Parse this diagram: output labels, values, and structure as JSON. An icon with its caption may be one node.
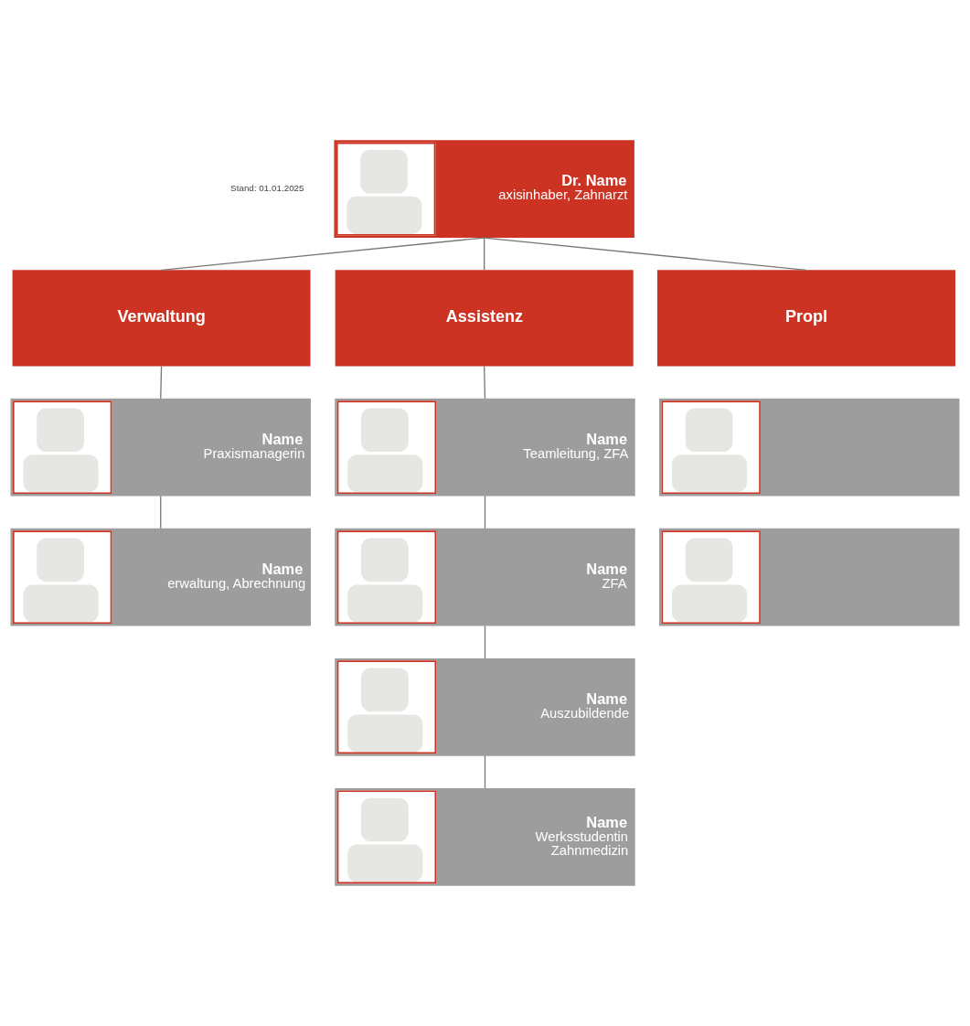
{
  "diagram": {
    "nodes": [
      {
        "text": [
          "Dr. Name",
          "axisinhaber, Zahnarzt"
        ]
      },
      {
        "text": [
          "Verwaltung"
        ]
      },
      {
        "text": [
          "Assistenz"
        ]
      },
      {
        "text": [
          "Propl"
        ]
      },
      {
        "text": [
          "Name",
          "Praxismanagerin"
        ]
      },
      {
        "text": [
          "Name",
          "erwaltung, Abrechnung"
        ]
      },
      {
        "text": [
          "Name",
          "Teamleitung, ZFA"
        ]
      },
      {
        "text": [
          "Name",
          "ZFA"
        ]
      },
      {
        "text": [
          "Name",
          "Auszubildende"
        ]
      },
      {
        "text": [
          "Name",
          "Werksstudentin Zahnmedizin"
        ]
      },
      {
        "text": [],
        "shape": "box"
      },
      {
        "text": [],
        "shape": "box"
      }
    ],
    "edges": [
      {
        "from": 0,
        "to": 1,
        "arrow": "none"
      },
      {
        "from": 0,
        "to": 2,
        "arrow": "none"
      },
      {
        "from": 0,
        "to": 3,
        "arrow": "none"
      },
      {
        "from": 1,
        "to": 4,
        "arrow": "none"
      },
      {
        "from": 4,
        "to": 5,
        "arrow": "none"
      },
      {
        "from": 2,
        "to": 6,
        "arrow": "none"
      },
      {
        "from": 6,
        "to": 7,
        "arrow": "none"
      },
      {
        "from": 7,
        "to": 8,
        "arrow": "none"
      },
      {
        "from": 8,
        "to": 9,
        "arrow": "none"
      }
    ],
    "labels": [
      "Stand: 01.01.2025"
    ]
  }
}
